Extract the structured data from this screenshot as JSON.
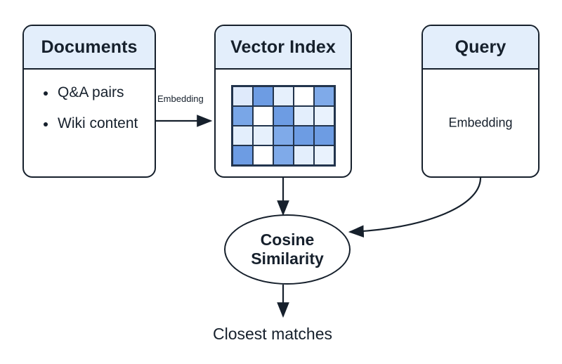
{
  "diagram": {
    "title": "Vector search retrieval pipeline",
    "background": "#ffffff",
    "stroke_color": "#16202c",
    "header_fill": "#e3eefb",
    "grid_border_color": "#22344d"
  },
  "nodes": {
    "documents": {
      "header": "Documents",
      "items": [
        {
          "label": "Q&A pairs"
        },
        {
          "label": "Wiki content"
        }
      ]
    },
    "vector_index": {
      "header": "Vector Index"
    },
    "query": {
      "header": "Query",
      "body_label": "Embedding"
    },
    "cosine": {
      "line1": "Cosine",
      "line2": "Similarity"
    }
  },
  "edges": {
    "embedding_label": "Embedding",
    "output_label": "Closest matches"
  },
  "chart_data": {
    "type": "heatmap",
    "title": "Vector Index",
    "rows": 4,
    "cols": 5,
    "xlabel": "",
    "ylabel": "",
    "grid": true,
    "legend": "none",
    "palette": {
      "0": "#ffffff",
      "1": "#e8f1fc",
      "2": "#dceafa",
      "3": "#a9caf2",
      "4": "#7aa9e8",
      "5": "#6699e0"
    },
    "values": [
      [
        2,
        4,
        2,
        0,
        4
      ],
      [
        4,
        0,
        4,
        2,
        2
      ],
      [
        2,
        2,
        4,
        4,
        4
      ],
      [
        4,
        0,
        4,
        2,
        2
      ]
    ],
    "colors": [
      [
        "#dfeafb",
        "#6d9ce3",
        "#e6f0fc",
        "#ffffff",
        "#7faae9"
      ],
      [
        "#79a6e7",
        "#ffffff",
        "#6d9ce3",
        "#e3eefc",
        "#e9f2fd"
      ],
      [
        "#e3eefc",
        "#e6f0fc",
        "#7faae9",
        "#6d9ce3",
        "#6d9ce3"
      ],
      [
        "#6d9ce3",
        "#ffffff",
        "#7faae9",
        "#e3eefc",
        "#e9f2fd"
      ]
    ]
  }
}
